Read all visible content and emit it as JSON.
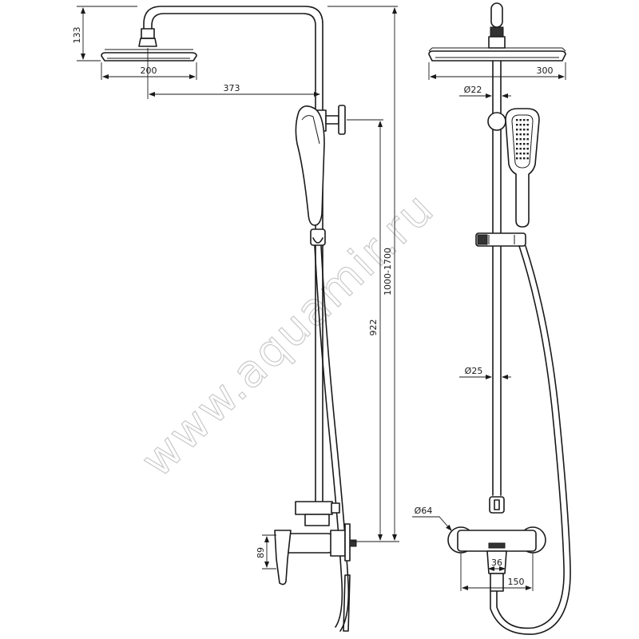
{
  "dimensions": {
    "side_shower_head_height": "133",
    "side_shower_head_diameter": "200",
    "side_arm_reach": "373",
    "side_bar_length": "922",
    "side_total_height": "1000-1700",
    "side_mixer_height": "89",
    "front_shower_head_width": "300",
    "front_upper_pipe_diameter": "Ø22",
    "front_lower_pipe_diameter": "Ø25",
    "front_flange_diameter": "Ø64",
    "front_mixer_depth": "36",
    "front_centre_distance": "150"
  },
  "watermark": "www.aquamir.ru"
}
